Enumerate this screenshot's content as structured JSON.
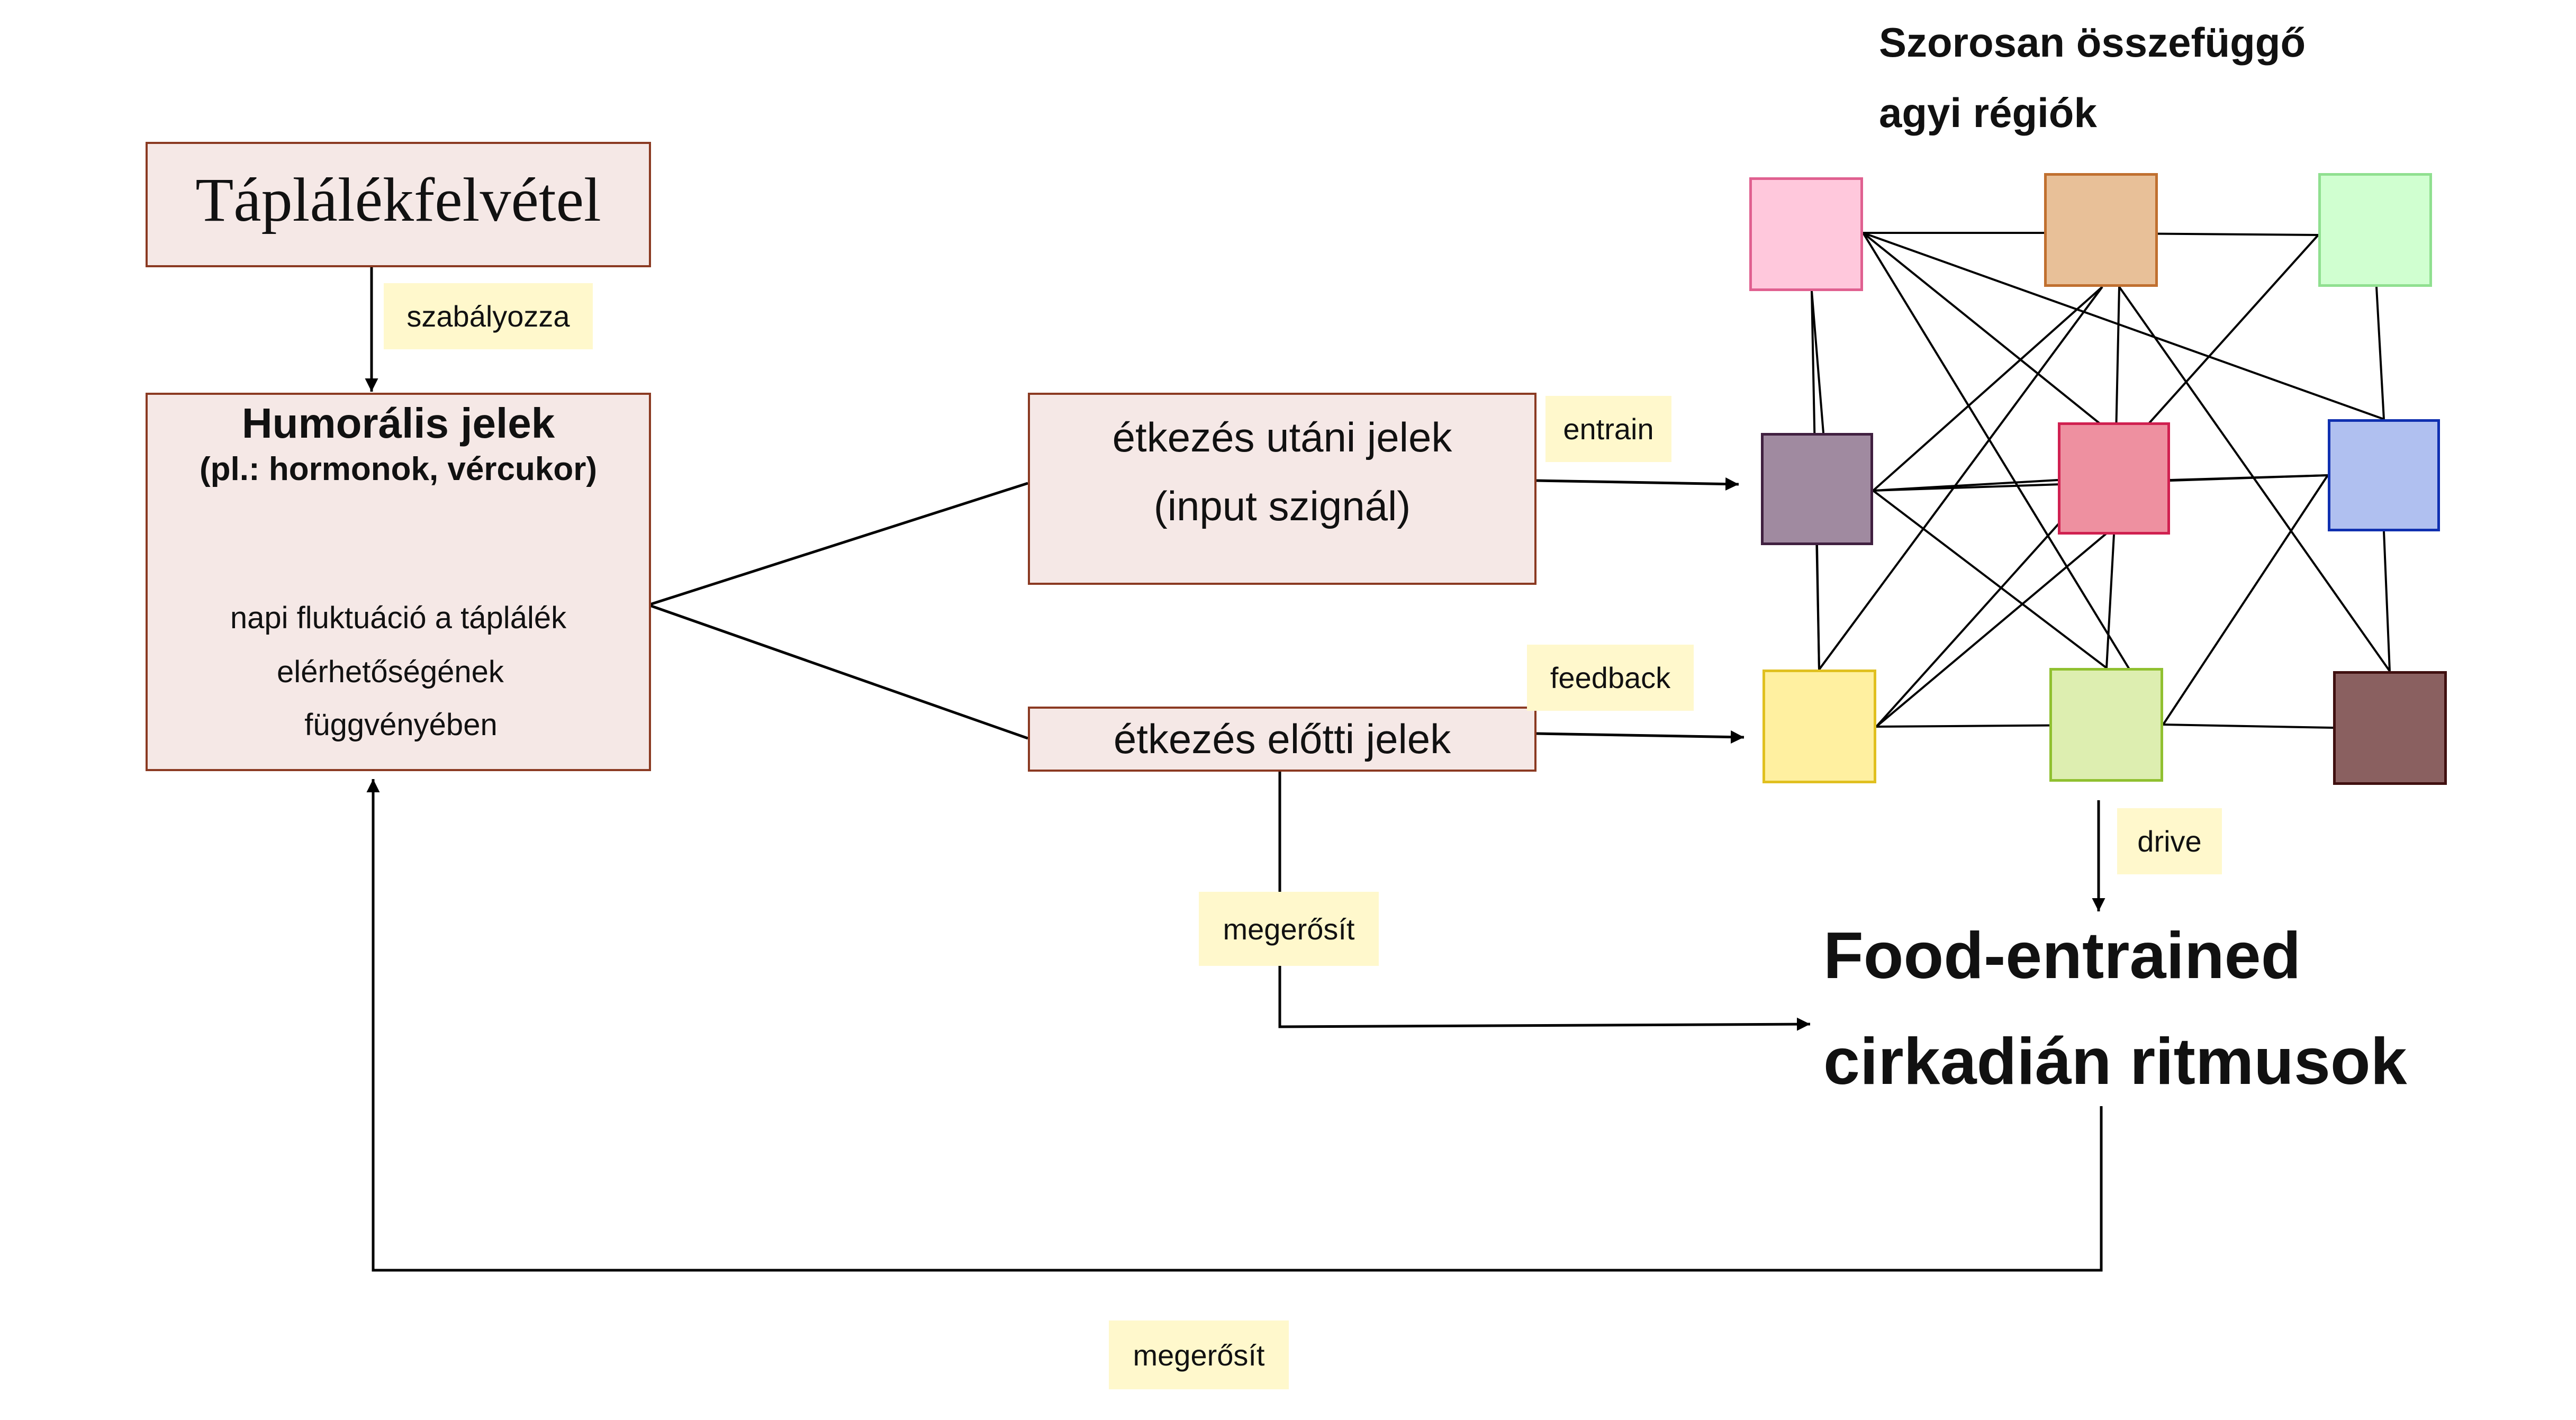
{
  "food_intake": {
    "label": "Táplálékfelvétel"
  },
  "edge_labels": {
    "regulates": "szabályozza",
    "entrain": "entrain",
    "feedback": "feedback",
    "drive": "drive",
    "reinforce_1": "megerősít",
    "reinforce_2": "megerősít"
  },
  "humoral": {
    "title": "Humorális jelek",
    "subtitle": "(pl.: hormonok, vércukor)",
    "desc_1": "napi fluktuáció a táplálék",
    "desc_2": "elérhetőségének",
    "desc_3": "függvényében",
    "wave_icon": "sine-wave-icon"
  },
  "post_meal": {
    "line_1": "étkezés utáni jelek",
    "line_2": "(input szignál)"
  },
  "pre_meal": {
    "label": "étkezés előtti jelek"
  },
  "brain": {
    "title_1": "Szorosan összefüggő",
    "title_2": "agyi régiók",
    "region_colors": [
      "#ffc8dc",
      "#e8c098",
      "#d0ffd0",
      "#a08aa0",
      "#ee90a0",
      "#b0c0f0",
      "#fff0a0",
      "#ddeeb0",
      "#8a6060"
    ],
    "region_borders": [
      "#e06090",
      "#c07030",
      "#90e090",
      "#402040",
      "#d02050",
      "#1030b0",
      "#e0c020",
      "#90c030",
      "#401010"
    ]
  },
  "output": {
    "line_1": "Food-entrained",
    "line_2": "cirkadián ritmusok"
  }
}
